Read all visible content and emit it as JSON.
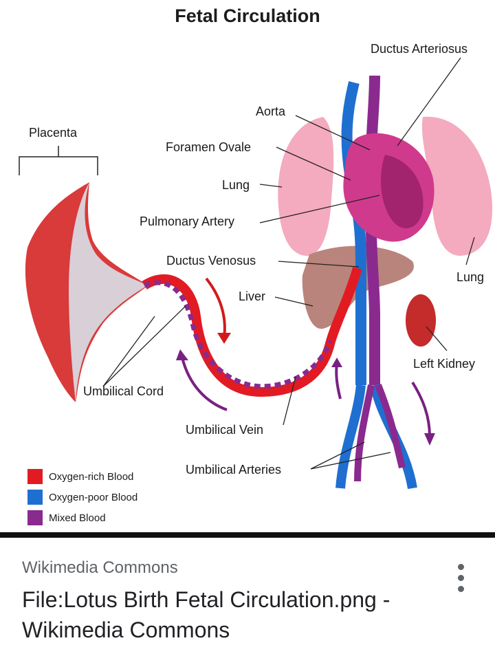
{
  "figure": {
    "title": "Fetal Circulation",
    "labels": {
      "ductus_arteriosus": "Ductus Arteriosus",
      "aorta": "Aorta",
      "placenta": "Placenta",
      "foramen_ovale": "Foramen Ovale",
      "lung_left": "Lung",
      "pulmonary_artery": "Pulmonary Artery",
      "ductus_venosus": "Ductus Venosus",
      "lung_right": "Lung",
      "liver": "Liver",
      "left_kidney": "Left Kidney",
      "umbilical_cord": "Umbilical Cord",
      "umbilical_vein": "Umbilical Vein",
      "umbilical_arteries": "Umbilical Arteries"
    },
    "legend": [
      {
        "label": "Oxygen-rich Blood",
        "color": "#e21b23"
      },
      {
        "label": "Oxygen-poor Blood",
        "color": "#1f6fd1"
      },
      {
        "label": "Mixed Blood",
        "color": "#8a2a8e"
      }
    ]
  },
  "result": {
    "source": "Wikimedia Commons",
    "title": "File:Lotus Birth Fetal Circulation.png - Wikimedia Commons",
    "more_icon": "more-vert-icon"
  }
}
